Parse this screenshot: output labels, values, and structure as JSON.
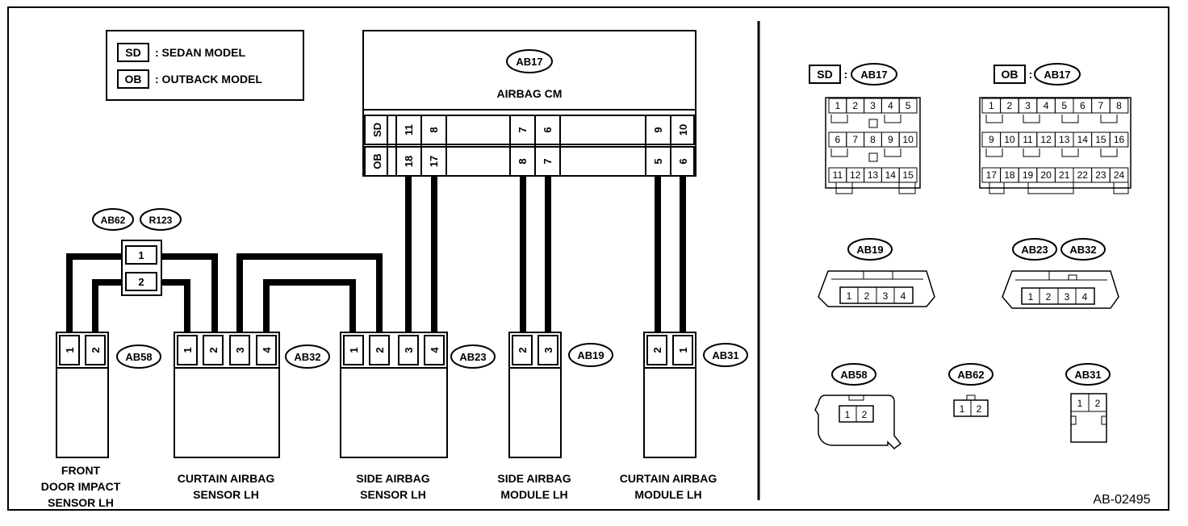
{
  "legend": {
    "sd_code": "SD",
    "sd_text": ": SEDAN MODEL",
    "ob_code": "OB",
    "ob_text": ": OUTBACK MODEL"
  },
  "cm": {
    "connector": "AB17",
    "name": "AIRBAG CM",
    "sd_row_label": "SD",
    "ob_row_label": "OB",
    "sd_pins": [
      "11",
      "8",
      "7",
      "6",
      "9",
      "10"
    ],
    "ob_pins": [
      "18",
      "17",
      "8",
      "7",
      "5",
      "6"
    ]
  },
  "splice": {
    "connectors": [
      "AB62",
      "R123"
    ],
    "pins": [
      "1",
      "2"
    ]
  },
  "components": [
    {
      "connector": "AB58",
      "pins": [
        "1",
        "2"
      ],
      "label_lines": [
        "FRONT",
        "DOOR IMPACT",
        "SENSOR LH"
      ]
    },
    {
      "connector": "AB32",
      "pins": [
        "1",
        "2",
        "3",
        "4"
      ],
      "label_lines": [
        "CURTAIN AIRBAG",
        "SENSOR LH"
      ]
    },
    {
      "connector": "AB23",
      "pins": [
        "1",
        "2",
        "3",
        "4"
      ],
      "label_lines": [
        "SIDE AIRBAG",
        "SENSOR LH"
      ]
    },
    {
      "connector": "AB19",
      "pins": [
        "2",
        "3"
      ],
      "label_lines": [
        "SIDE AIRBAG",
        "MODULE LH"
      ]
    },
    {
      "connector": "AB31",
      "pins": [
        "2",
        "1"
      ],
      "label_lines": [
        "CURTAIN AIRBAG",
        "MODULE LH"
      ]
    }
  ],
  "connector_views": {
    "sd_ab17": {
      "model": "SD",
      "sep": ":",
      "connector": "AB17",
      "rows": [
        [
          "1",
          "2",
          "3",
          "4",
          "5"
        ],
        [
          "6",
          "7",
          "8",
          "9",
          "10"
        ],
        [
          "11",
          "12",
          "13",
          "14",
          "15"
        ]
      ]
    },
    "ob_ab17": {
      "model": "OB",
      "sep": ":",
      "connector": "AB17",
      "rows": [
        [
          "1",
          "2",
          "3",
          "4",
          "5",
          "6",
          "7",
          "8"
        ],
        [
          "9",
          "10",
          "11",
          "12",
          "13",
          "14",
          "15",
          "16"
        ],
        [
          "17",
          "18",
          "19",
          "20",
          "21",
          "22",
          "23",
          "24"
        ]
      ]
    },
    "ab19": {
      "connector": "AB19",
      "pins": [
        "1",
        "2",
        "3",
        "4"
      ]
    },
    "ab23_32": {
      "connectors": [
        "AB23",
        "AB32"
      ],
      "pins": [
        "1",
        "2",
        "3",
        "4"
      ]
    },
    "ab58": {
      "connector": "AB58",
      "pins": [
        "1",
        "2"
      ]
    },
    "ab62": {
      "connector": "AB62",
      "pins": [
        "1",
        "2"
      ]
    },
    "ab31": {
      "connector": "AB31",
      "pins": [
        "1",
        "2"
      ]
    }
  },
  "figure_id": "AB-02495"
}
